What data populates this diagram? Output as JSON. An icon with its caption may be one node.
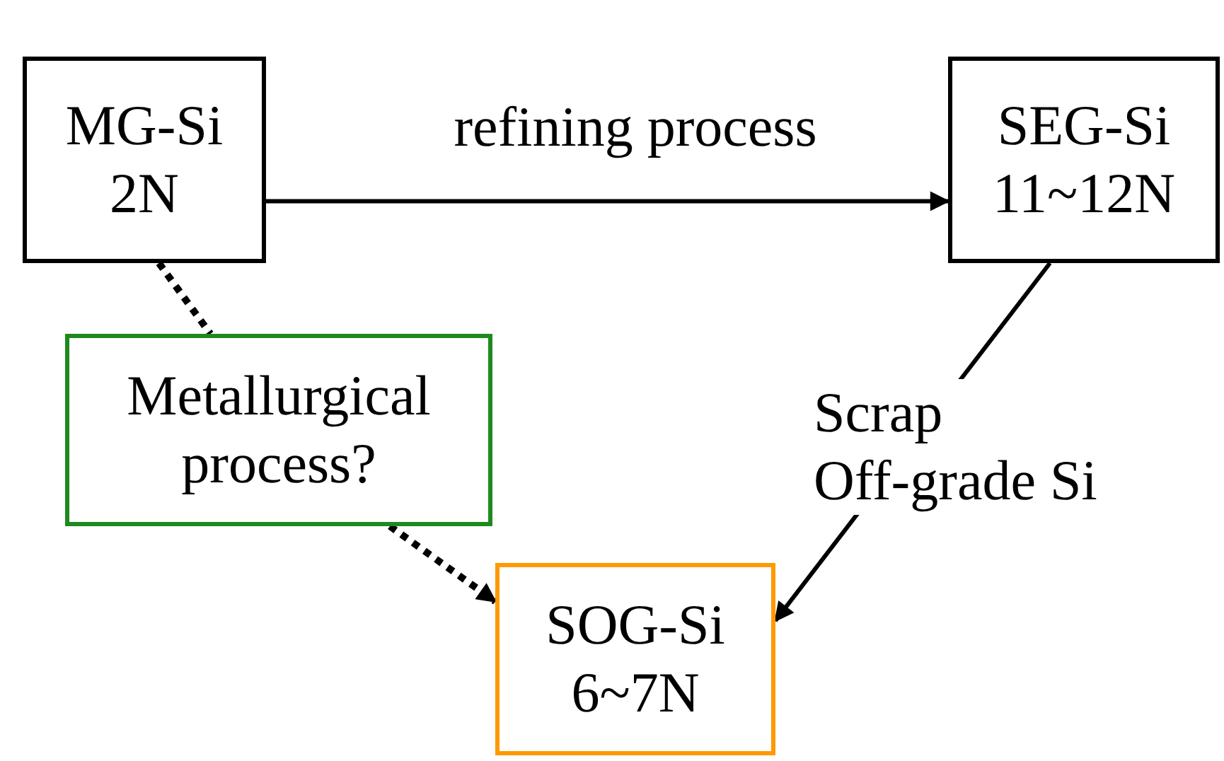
{
  "diagram": {
    "nodes": [
      {
        "text": [
          "MG-Si",
          "2N"
        ]
      },
      {
        "text": [
          "SEG-Si",
          "11~12N"
        ]
      },
      {
        "text": [
          "Metallurgical process?"
        ]
      },
      {
        "text": [
          "SOG-Si",
          "6~7N"
        ]
      }
    ],
    "edges": [
      {
        "from": 0,
        "to": 1,
        "arrow": "to",
        "label": "refining process"
      },
      {
        "from": 0,
        "to": 2,
        "arrow": "none",
        "style": "dashed"
      },
      {
        "from": 2,
        "to": 3,
        "arrow": "to",
        "style": "dashed"
      },
      {
        "from": 1,
        "to": 3,
        "arrow": "to",
        "label": "Scrap Off-grade Si"
      }
    ]
  }
}
